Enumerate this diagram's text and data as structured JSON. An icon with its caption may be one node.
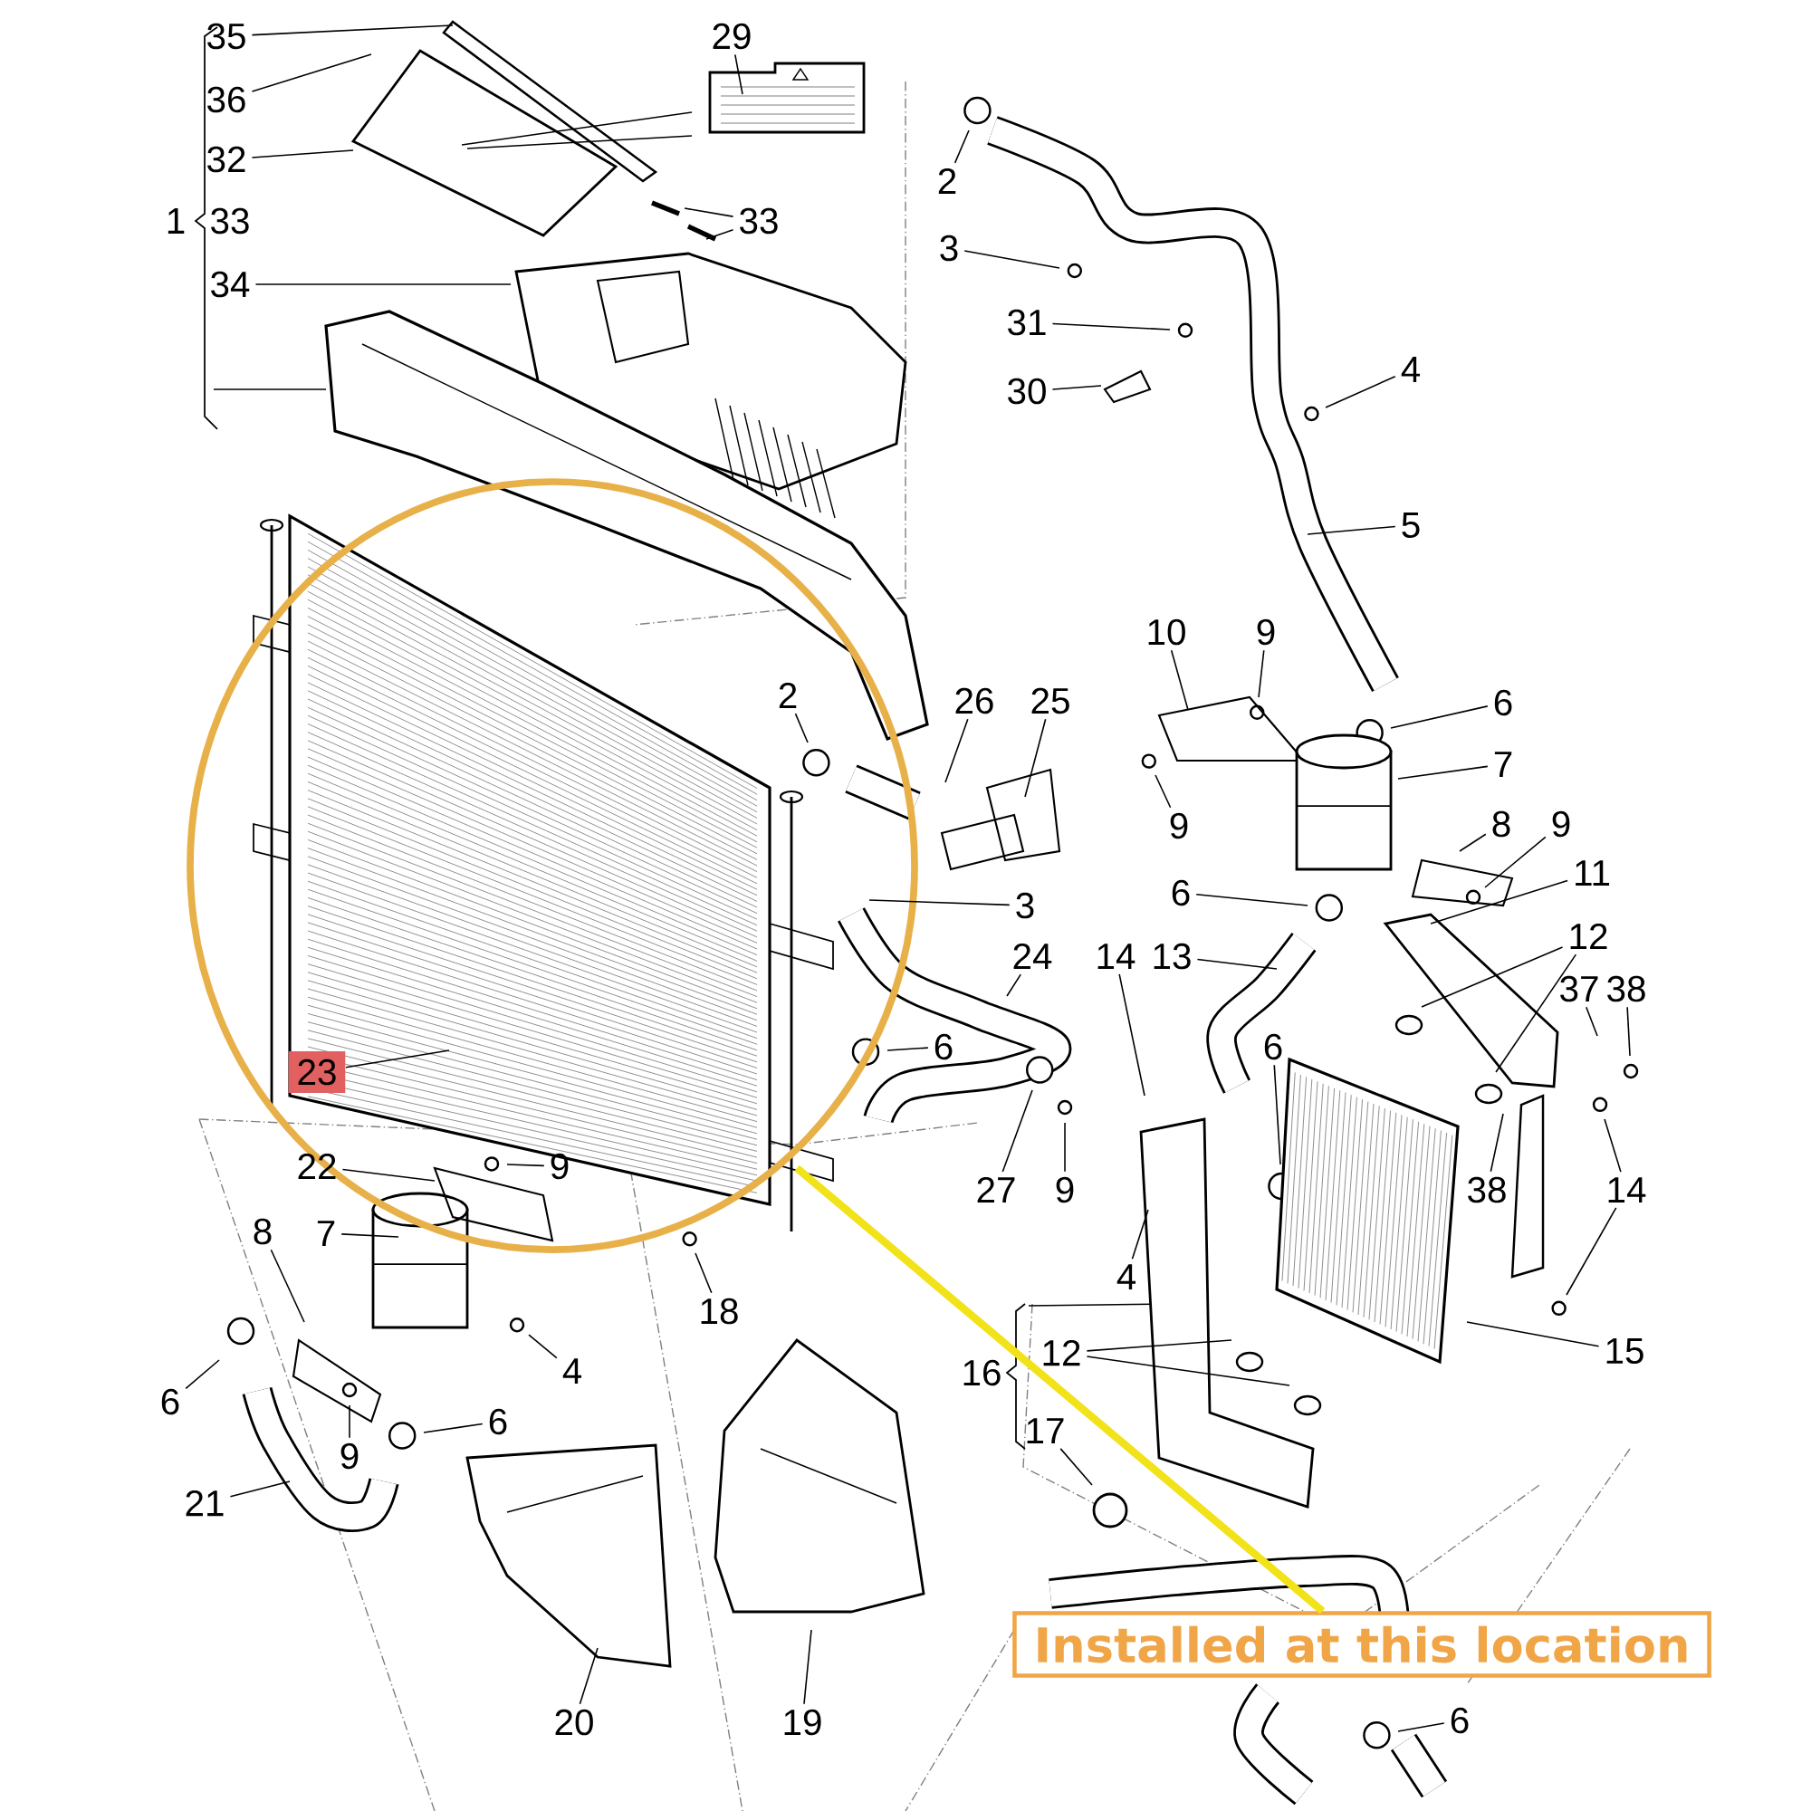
{
  "diagram": {
    "nodes": [
      {
        "text": [
          "35"
        ]
      },
      {
        "text": [
          "36"
        ]
      },
      {
        "text": [
          "32"
        ]
      },
      {
        "text": [
          "34"
        ]
      },
      {
        "text": [
          "29"
        ]
      },
      {
        "text": [
          "33"
        ]
      },
      {
        "text": [
          "2"
        ]
      },
      {
        "text": [
          "3"
        ]
      },
      {
        "text": [
          "31"
        ]
      },
      {
        "text": [
          "30"
        ]
      },
      {
        "text": [
          "4"
        ]
      },
      {
        "text": [
          "5"
        ]
      },
      {
        "text": [
          "10"
        ]
      },
      {
        "text": [
          "9"
        ]
      },
      {
        "text": [
          "6"
        ]
      },
      {
        "text": [
          "7"
        ]
      },
      {
        "text": [
          "9"
        ]
      },
      {
        "text": [
          "8"
        ]
      },
      {
        "text": [
          "9"
        ]
      },
      {
        "text": [
          "11"
        ]
      },
      {
        "text": [
          "2"
        ]
      },
      {
        "text": [
          "26"
        ]
      },
      {
        "text": [
          "25"
        ]
      },
      {
        "text": [
          "3"
        ]
      },
      {
        "text": [
          "6"
        ]
      },
      {
        "text": [
          "24"
        ]
      },
      {
        "text": [
          "14"
        ]
      },
      {
        "text": [
          "13"
        ]
      },
      {
        "text": [
          "12"
        ]
      },
      {
        "text": [
          "37"
        ]
      },
      {
        "text": [
          "38"
        ]
      },
      {
        "text": [
          "6"
        ]
      },
      {
        "text": [
          "23"
        ]
      },
      {
        "text": [
          "6"
        ]
      },
      {
        "text": [
          "27"
        ]
      },
      {
        "text": [
          "9"
        ]
      },
      {
        "text": [
          "38"
        ]
      },
      {
        "text": [
          "14"
        ]
      },
      {
        "text": [
          "4"
        ]
      },
      {
        "text": [
          "22"
        ]
      },
      {
        "text": [
          "9"
        ]
      },
      {
        "text": [
          "8"
        ]
      },
      {
        "text": [
          "7"
        ]
      },
      {
        "text": [
          "18"
        ]
      },
      {
        "text": [
          "4"
        ]
      },
      {
        "text": [
          "15"
        ]
      },
      {
        "text": [
          "12"
        ]
      },
      {
        "text": [
          "6"
        ]
      },
      {
        "text": [
          "17"
        ]
      },
      {
        "text": [
          "9"
        ]
      },
      {
        "text": [
          "6"
        ]
      },
      {
        "text": [
          "21"
        ]
      },
      {
        "text": [
          "20"
        ]
      },
      {
        "text": [
          "19"
        ]
      },
      {
        "text": [
          "6"
        ]
      },
      {
        "text": [
          "Installed at this location"
        ]
      }
    ],
    "edges": [
      {
        "from": 0,
        "to": null,
        "arrow": "none"
      },
      {
        "from": 1,
        "to": null,
        "arrow": "none"
      },
      {
        "from": 2,
        "to": null,
        "arrow": "none"
      },
      {
        "from": 3,
        "to": null,
        "arrow": "none"
      },
      {
        "from": 4,
        "to": null,
        "arrow": "none"
      },
      {
        "from": 5,
        "to": null,
        "arrow": "none"
      },
      {
        "from": 5,
        "to": null,
        "arrow": "none"
      },
      {
        "from": 6,
        "to": null,
        "arrow": "none"
      },
      {
        "from": 7,
        "to": null,
        "arrow": "none"
      },
      {
        "from": 8,
        "to": null,
        "arrow": "none"
      },
      {
        "from": 9,
        "to": null,
        "arrow": "none"
      },
      {
        "from": 10,
        "to": null,
        "arrow": "none"
      },
      {
        "from": 11,
        "to": null,
        "arrow": "none"
      },
      {
        "from": 12,
        "to": null,
        "arrow": "none"
      },
      {
        "from": 13,
        "to": null,
        "arrow": "none"
      },
      {
        "from": 14,
        "to": null,
        "arrow": "none"
      },
      {
        "from": 15,
        "to": null,
        "arrow": "none"
      },
      {
        "from": 16,
        "to": null,
        "arrow": "none"
      },
      {
        "from": 17,
        "to": null,
        "arrow": "none"
      },
      {
        "from": 18,
        "to": null,
        "arrow": "none"
      },
      {
        "from": 19,
        "to": null,
        "arrow": "none"
      },
      {
        "from": 20,
        "to": null,
        "arrow": "none"
      },
      {
        "from": 21,
        "to": null,
        "arrow": "none"
      },
      {
        "from": 22,
        "to": null,
        "arrow": "none"
      },
      {
        "from": 23,
        "to": null,
        "arrow": "none"
      },
      {
        "from": 24,
        "to": null,
        "arrow": "none"
      },
      {
        "from": 25,
        "to": null,
        "arrow": "none"
      },
      {
        "from": 26,
        "to": null,
        "arrow": "none"
      },
      {
        "from": 27,
        "to": null,
        "arrow": "none"
      },
      {
        "from": 28,
        "to": null,
        "arrow": "none"
      },
      {
        "from": 28,
        "to": null,
        "arrow": "none"
      },
      {
        "from": 29,
        "to": null,
        "arrow": "none"
      },
      {
        "from": 30,
        "to": null,
        "arrow": "none"
      },
      {
        "from": 31,
        "to": null,
        "arrow": "none"
      },
      {
        "from": 32,
        "to": null,
        "arrow": "none"
      },
      {
        "from": 33,
        "to": null,
        "arrow": "none"
      },
      {
        "from": 34,
        "to": null,
        "arrow": "none"
      },
      {
        "from": 35,
        "to": null,
        "arrow": "none"
      },
      {
        "from": 36,
        "to": null,
        "arrow": "none"
      },
      {
        "from": 37,
        "to": null,
        "arrow": "none"
      },
      {
        "from": 37,
        "to": null,
        "arrow": "none"
      },
      {
        "from": 38,
        "to": null,
        "arrow": "none"
      },
      {
        "from": 39,
        "to": null,
        "arrow": "none"
      },
      {
        "from": 40,
        "to": null,
        "arrow": "none"
      },
      {
        "from": 41,
        "to": null,
        "arrow": "none"
      },
      {
        "from": 42,
        "to": null,
        "arrow": "none"
      },
      {
        "from": 43,
        "to": null,
        "arrow": "none"
      },
      {
        "from": 44,
        "to": null,
        "arrow": "none"
      },
      {
        "from": 45,
        "to": null,
        "arrow": "none"
      },
      {
        "from": 46,
        "to": null,
        "arrow": "none"
      },
      {
        "from": 46,
        "to": null,
        "arrow": "none"
      },
      {
        "from": 47,
        "to": null,
        "arrow": "none"
      },
      {
        "from": 48,
        "to": null,
        "arrow": "none"
      },
      {
        "from": 49,
        "to": null,
        "arrow": "none"
      },
      {
        "from": 50,
        "to": null,
        "arrow": "none"
      },
      {
        "from": 51,
        "to": null,
        "arrow": "none"
      },
      {
        "from": 52,
        "to": null,
        "arrow": "none"
      },
      {
        "from": 53,
        "to": null,
        "arrow": "none"
      },
      {
        "from": 54,
        "to": null,
        "arrow": "none"
      },
      {
        "from": 55,
        "to": null,
        "arrow": "none",
        "style": "thick",
        "color": "#f2e21a"
      }
    ],
    "labels": [
      "1",
      "33",
      "16"
    ]
  }
}
